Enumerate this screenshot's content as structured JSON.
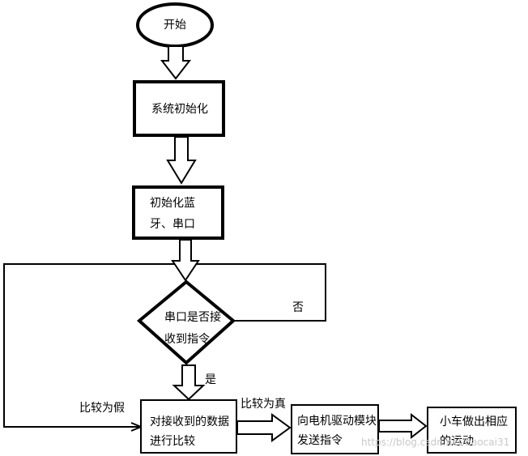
{
  "flowchart": {
    "start": "开始",
    "init_system": "系统初始化",
    "init_bt_serial": "初始化蓝牙、串口",
    "decision": "串口是否接收到指令",
    "label_no": "否",
    "label_yes": "是",
    "compare_box": "对接收到的数据进行比较",
    "label_false": "比较为假",
    "label_true": "比较为真",
    "send_box": "向电机驱动模块发送指令",
    "car_box": "小车做出相应的运动"
  },
  "watermark": "https://blog.csdn.net/baocai31"
}
